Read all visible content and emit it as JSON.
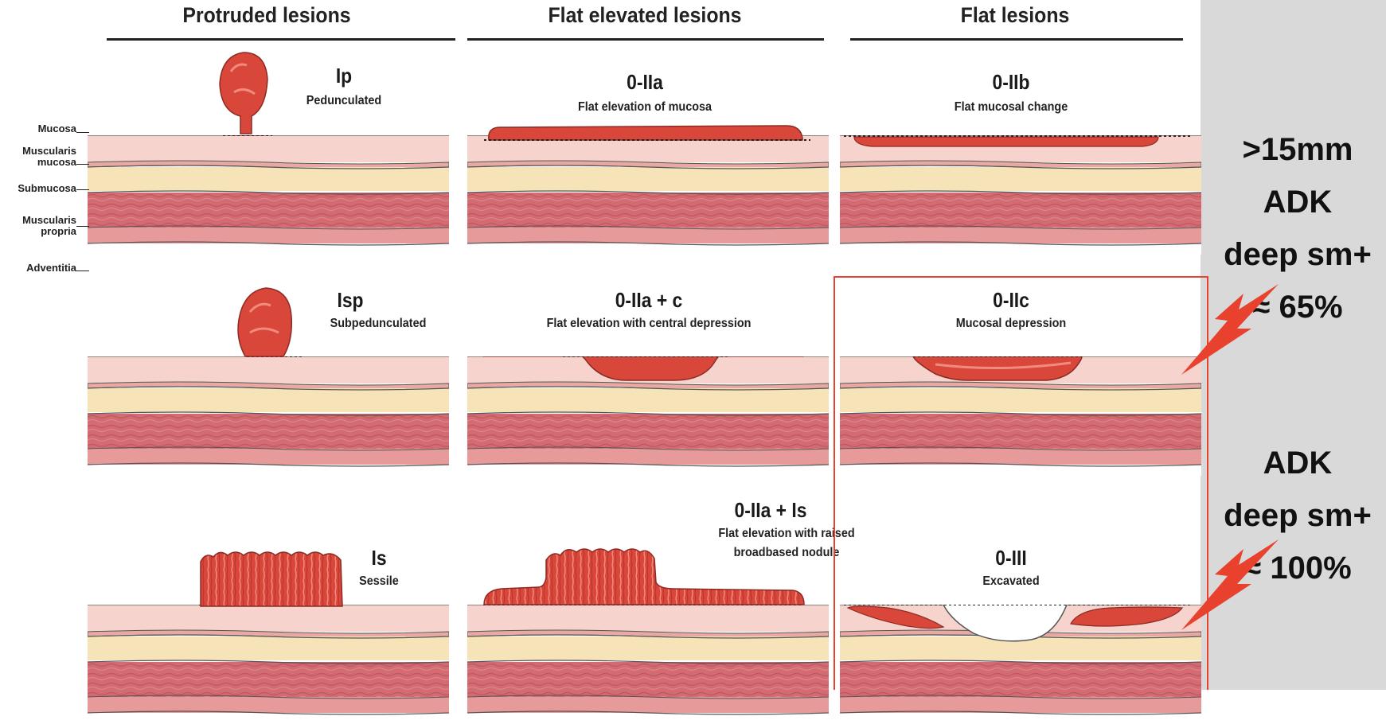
{
  "columns": {
    "protruded": "Protruded lesions",
    "flat_elevated": "Flat elevated lesions",
    "flat": "Flat lesions"
  },
  "layers": {
    "mucosa": "Mucosa",
    "muscularis_mucosa_1": "Muscularis",
    "muscularis_mucosa_2": "mucosa",
    "submucosa": "Submucosa",
    "muscularis_propria_1": "Muscularis",
    "muscularis_propria_2": "propria",
    "adventitia": "Adventitia"
  },
  "lesions": {
    "ip": {
      "title": "Ip",
      "subtitle": "Pedunculated"
    },
    "isp": {
      "title": "Isp",
      "subtitle": "Subpedunculated"
    },
    "is": {
      "title": "Is",
      "subtitle": "Sessile"
    },
    "iia": {
      "title": "0-IIa",
      "subtitle": "Flat elevation of mucosa"
    },
    "iia_c": {
      "title": "0-IIa + c",
      "subtitle": "Flat elevation with central depression"
    },
    "iia_is": {
      "title": "0-IIa + Is",
      "subtitle_1": "Flat elevation with raised",
      "subtitle_2": "broadbased nodule"
    },
    "iib": {
      "title": "0-IIb",
      "subtitle": "Flat mucosal change"
    },
    "iic": {
      "title": "0-IIc",
      "subtitle": "Mucosal depression"
    },
    "iii": {
      "title": "0-III",
      "subtitle": "Excavated"
    }
  },
  "annotations": {
    "upper": {
      "line1": ">15mm",
      "line2": "ADK",
      "line3": "deep sm+",
      "line4": "≈ 65%"
    },
    "lower": {
      "line1": "ADK",
      "line2": "deep sm+",
      "line3": "≈ 100%"
    }
  },
  "colors": {
    "highlight_box": "#e8422e",
    "bolt": "#e8422e",
    "lesion": "#d9463a",
    "mucosa": "#f6d3cc",
    "submucosa": "#f6e3b8",
    "muscularis_propria": "#d8747a",
    "side_panel": "#d9d9d9"
  }
}
